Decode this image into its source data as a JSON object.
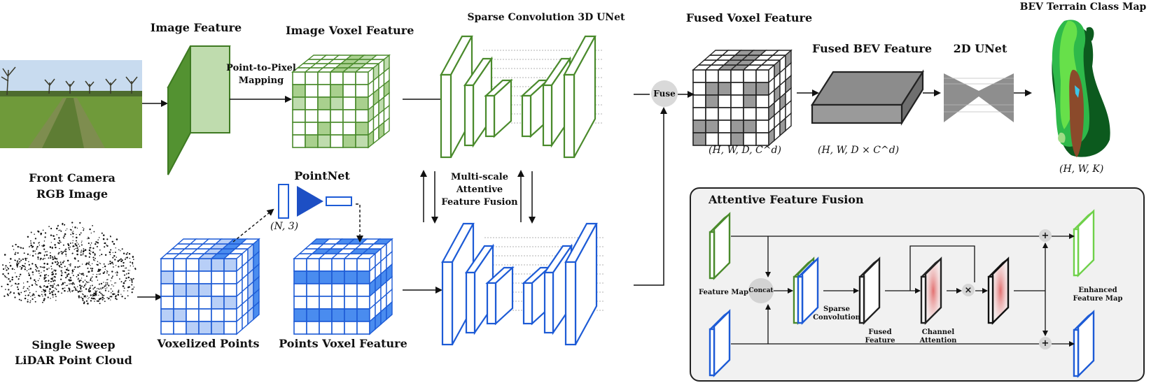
{
  "labels": {
    "front_camera": "Front Camera",
    "rgb_image": "RGB Image",
    "image_feature": "Image Feature",
    "image_voxel_feature": "Image Voxel Feature",
    "point_to_pixel": "Point-to-Pixel",
    "mapping": "Mapping",
    "sparse_conv_unet": "Sparse Convolution 3D UNet",
    "multi_scale": "Multi-scale",
    "attentive": "Attentive",
    "feature_fusion": "Feature Fusion",
    "pointnet": "PointNet",
    "n3": "(N, 3)",
    "voxelized_points": "Voxelized Points",
    "points_voxel_feature": "Points Voxel Feature",
    "single_sweep": "Single Sweep",
    "lidar_point_cloud": "LiDAR Point Cloud",
    "fuse": "Fuse",
    "fused_voxel_feature": "Fused Voxel Feature",
    "fused_voxel_dims": "(H, W, D, C^d)",
    "fused_bev_feature": "Fused BEV Feature",
    "fused_bev_dims": "(H, W, D × C^d)",
    "unet_2d": "2D UNet",
    "bev_terrain_map": "BEV Terrain Class Map",
    "bev_dims": "(H, W, K)"
  },
  "panel": {
    "title": "Attentive Feature Fusion",
    "feature_map": "Feature Map",
    "concat": "Concat",
    "sparse": "Sparse",
    "convolution": "Convolution",
    "fused": "Fused",
    "feature": "Feature",
    "channel": "Channel",
    "attention": "Attention",
    "enhanced": "Enhanced",
    "feature_map2": "Feature Map",
    "plus": "+",
    "times": "×"
  },
  "colors": {
    "green_dark": "#4a8a2c",
    "green_light": "#bfdcae",
    "green_fill": "#a9d08e",
    "blue_dark": "#1d5bd6",
    "blue_fill": "#4a8cef",
    "blue_light": "#b8cff7",
    "gray_fill": "#9a9a9a",
    "terrain_green": "#1f9d3a",
    "terrain_dark": "#0c5a1e",
    "terrain_light": "#67e04a",
    "terrain_brown": "#8b4a2b"
  }
}
